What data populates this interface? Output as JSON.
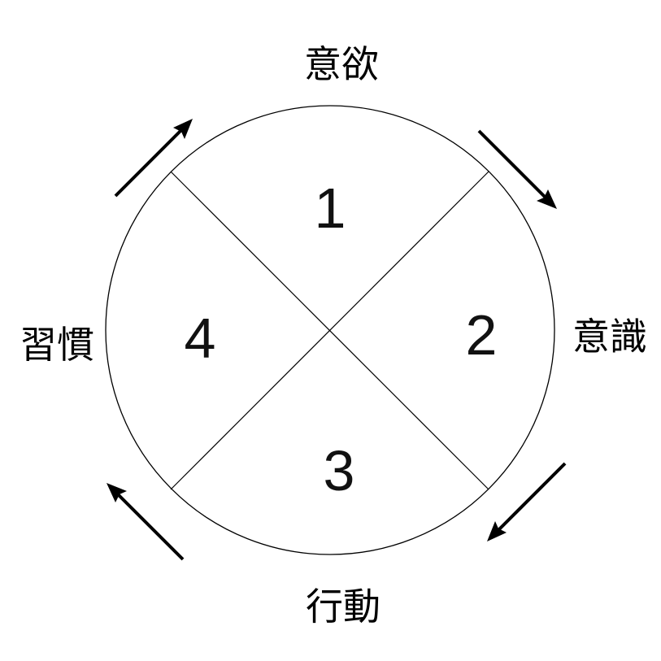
{
  "diagram": {
    "stages": [
      {
        "number": "1",
        "label": "意欲"
      },
      {
        "number": "2",
        "label": "意識"
      },
      {
        "number": "3",
        "label": "行動"
      },
      {
        "number": "4",
        "label": "習慣"
      }
    ],
    "colors": {
      "line": "#000000",
      "background": "#ffffff"
    }
  }
}
